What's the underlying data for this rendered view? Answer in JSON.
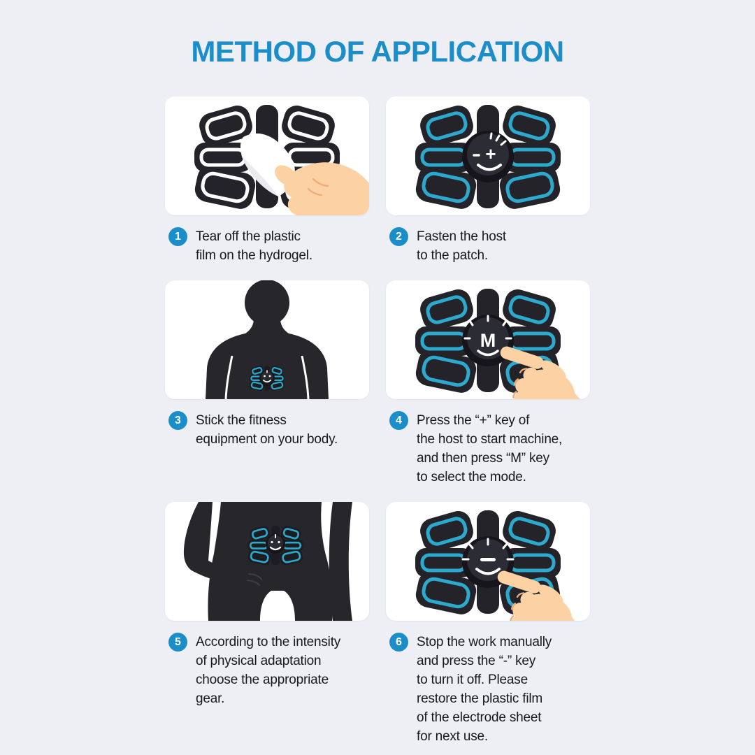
{
  "page": {
    "title": "METHOD OF APPLICATION",
    "colors": {
      "background": "#edeff4",
      "accent_blue": "#1b8ec9",
      "card_white": "#ffffff",
      "pad_dark": "#232329",
      "trace_blue": "#2ca9cd",
      "skin": "#fcd2a5",
      "text_dark": "#17181a"
    },
    "device_keys": {
      "plus": "+",
      "mode": "M",
      "minus": "-"
    }
  },
  "steps": [
    {
      "number": "1",
      "illustration": "peel-film",
      "text": "Tear off the plastic\nfilm on the hydrogel."
    },
    {
      "number": "2",
      "illustration": "host-on-patch",
      "text": "Fasten the host\nto the patch."
    },
    {
      "number": "3",
      "illustration": "pad-on-torso",
      "text": "Stick the fitness\nequipment on your body."
    },
    {
      "number": "4",
      "illustration": "press-m-key",
      "text": "Press the “+” key of\nthe host to start machine,\nand then press “M” key\nto select the mode."
    },
    {
      "number": "5",
      "illustration": "pad-on-abdomen",
      "text": "According to the intensity\nof physical adaptation\nchoose the appropriate\ngear."
    },
    {
      "number": "6",
      "illustration": "press-minus-key",
      "text": "Stop the work manually\nand press the “-” key\nto turn it off. Please\nrestore the plastic film\nof the electrode sheet\nfor next use."
    }
  ]
}
